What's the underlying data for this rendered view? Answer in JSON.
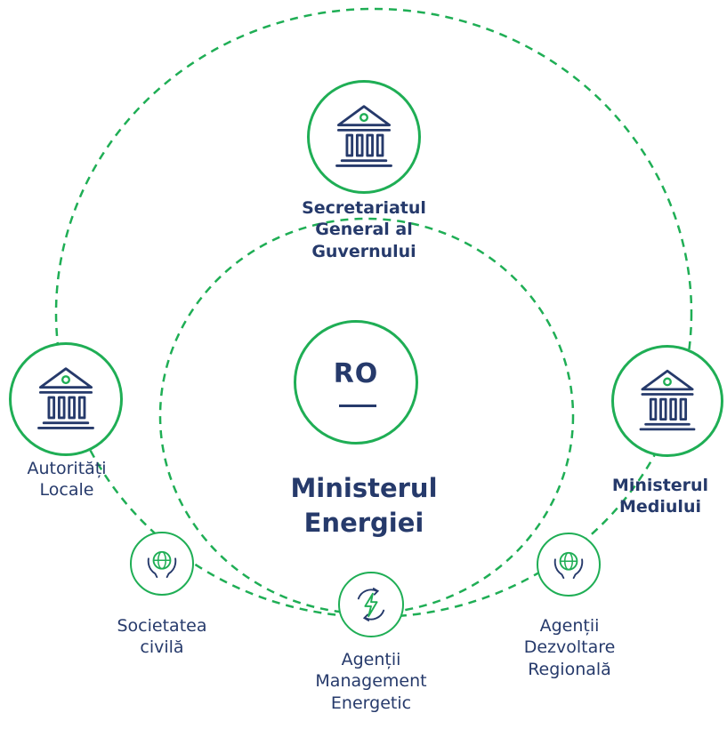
{
  "colors": {
    "ring": "#1fae55",
    "text": "#263a6b",
    "icon_accent": "#1fae55"
  },
  "center": {
    "badge": "RO",
    "name_line1": "Ministerul",
    "name_line2": "Energiei"
  },
  "nodes": {
    "sgg": {
      "icon": "government-building-icon",
      "lines": [
        "Secretariatul",
        "General al",
        "Guvernului"
      ]
    },
    "autoritati": {
      "icon": "government-building-icon",
      "lines": [
        "Autorități",
        "Locale"
      ]
    },
    "mediu": {
      "icon": "government-building-icon",
      "lines": [
        "Ministerul",
        "Mediului"
      ]
    },
    "societate": {
      "icon": "globe-in-hands-icon",
      "lines": [
        "Societatea",
        "civilă"
      ]
    },
    "ame": {
      "icon": "renewable-energy-icon",
      "lines": [
        "Agenții",
        "Management",
        "Energetic"
      ]
    },
    "adr": {
      "icon": "globe-in-hands-icon",
      "lines": [
        "Agenții",
        "Dezvoltare",
        "Regională"
      ]
    }
  }
}
